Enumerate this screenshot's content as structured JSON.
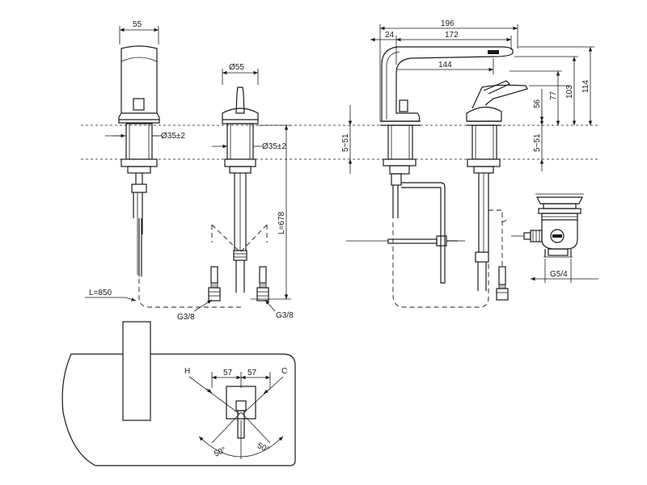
{
  "dimensions": {
    "body_width": "55",
    "handle_diameter": "Ø55",
    "hole_left": "Ø35±2",
    "hole_right": "Ø35±2",
    "hose_length_spout": "L=850",
    "hose_length_handle": "L=678",
    "connector_left": "G3/8",
    "connector_right": "G3/8",
    "mid_range_left": "5~51",
    "mid_range_right": "5~51",
    "overall_length": "196",
    "offset": "24",
    "spout_reach": "172",
    "handle_reach": "144",
    "height_56": "56",
    "height_77": "77",
    "height_103": "103",
    "height_114": "114",
    "waste_thread": "G5/4",
    "spacing_left": "57",
    "spacing_right": "57",
    "label_hot": "H",
    "label_cold": "C",
    "angle_left": "50°",
    "angle_right": "50°"
  }
}
